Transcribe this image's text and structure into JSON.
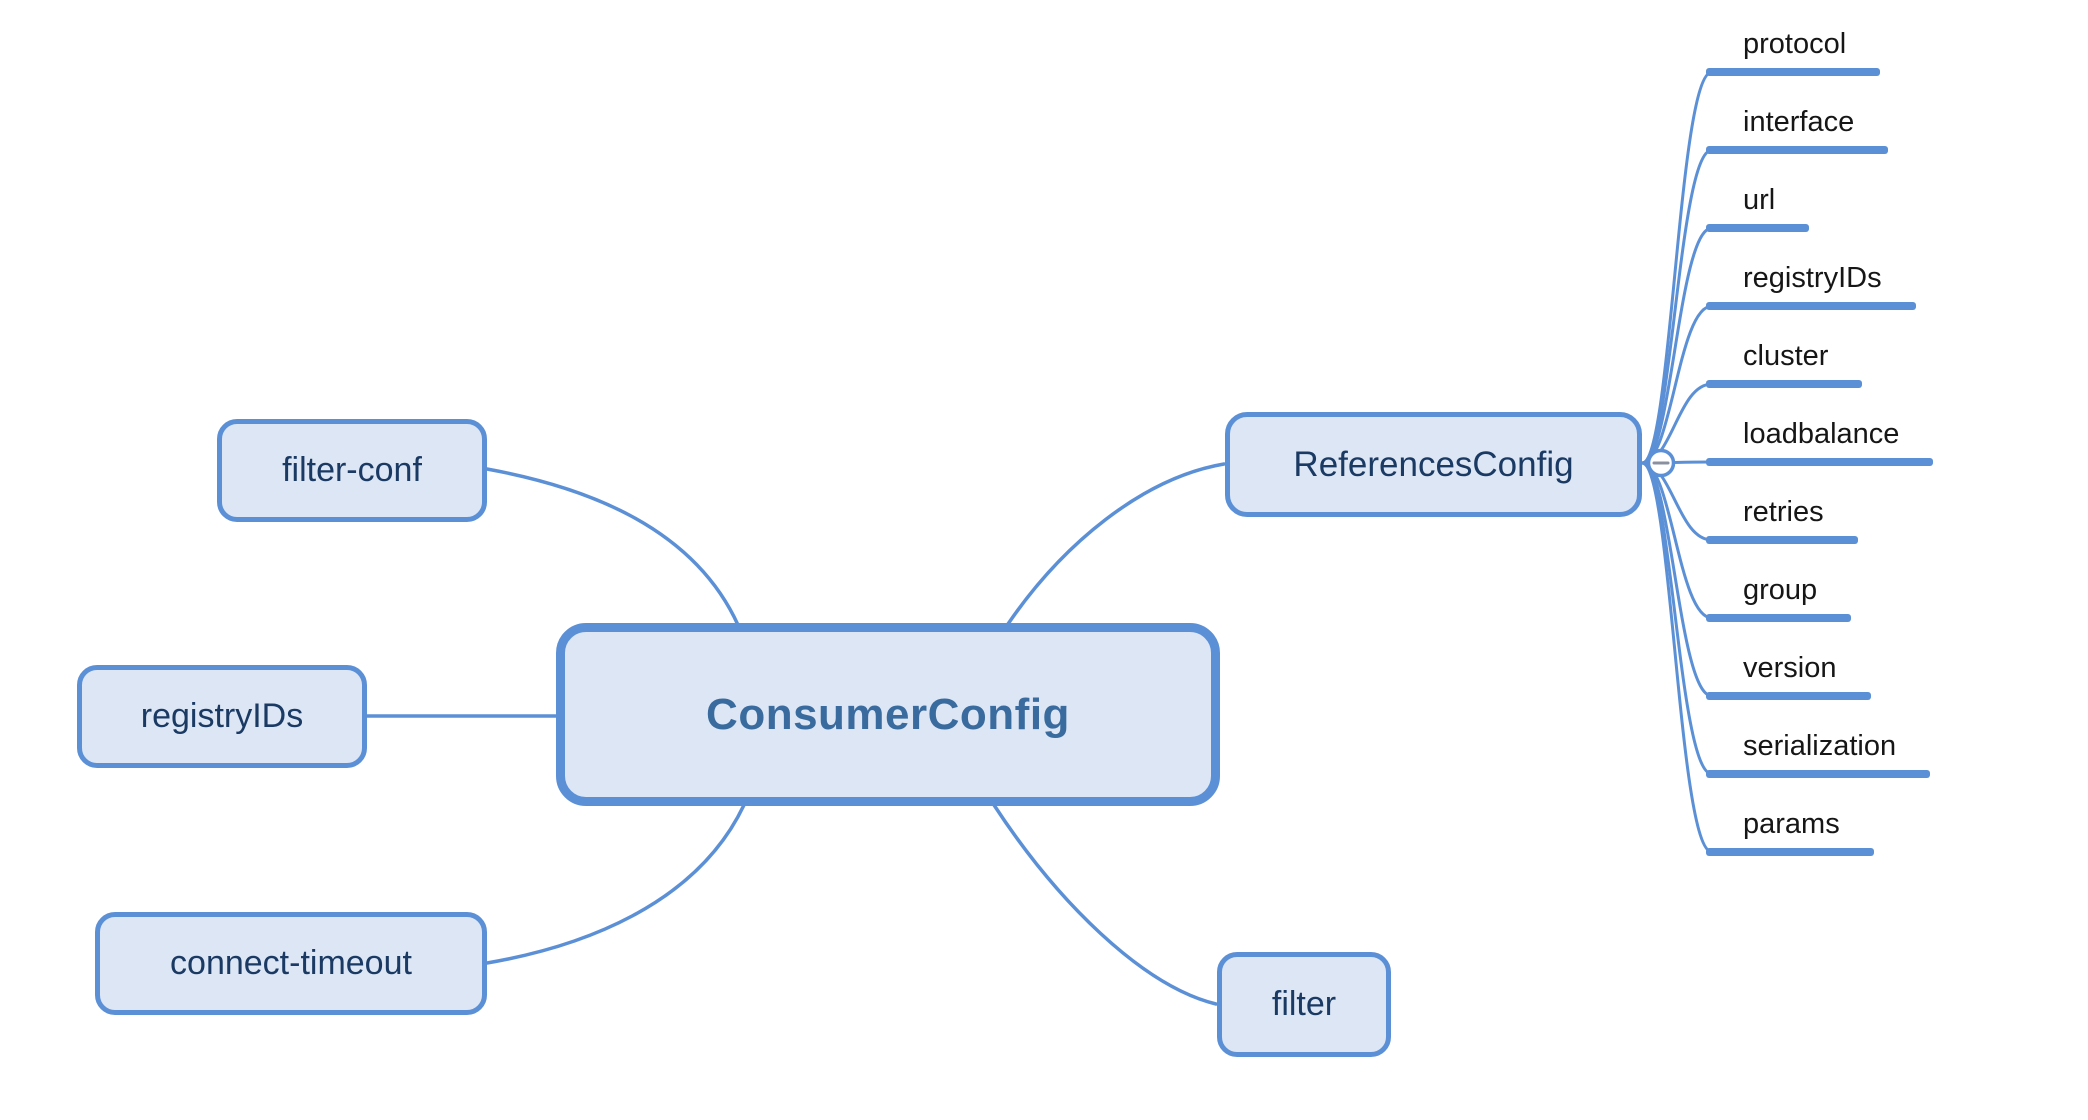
{
  "diagram": {
    "type": "mindmap",
    "root": {
      "label": "ConsumerConfig"
    },
    "left_nodes": [
      {
        "label": "filter-conf"
      },
      {
        "label": "registryIDs"
      },
      {
        "label": "connect-timeout"
      }
    ],
    "right_nodes": [
      {
        "label": "ReferencesConfig",
        "collapse_icon": "minus-circle",
        "expanded": true,
        "children": [
          "protocol",
          "interface",
          "url",
          "registryIDs",
          "cluster",
          "loadbalance",
          "retries",
          "group",
          "version",
          "serialization",
          "params"
        ]
      },
      {
        "label": "filter"
      }
    ],
    "colors": {
      "branch_blue": "#5C90D6",
      "node_fill": "#DCE6F4",
      "root_text": "#3A6B9F",
      "node_text": "#1A3A64",
      "leaf_text": "#161616",
      "collapse_minus": "#8A90A0",
      "background": "#FFFFFF"
    }
  }
}
